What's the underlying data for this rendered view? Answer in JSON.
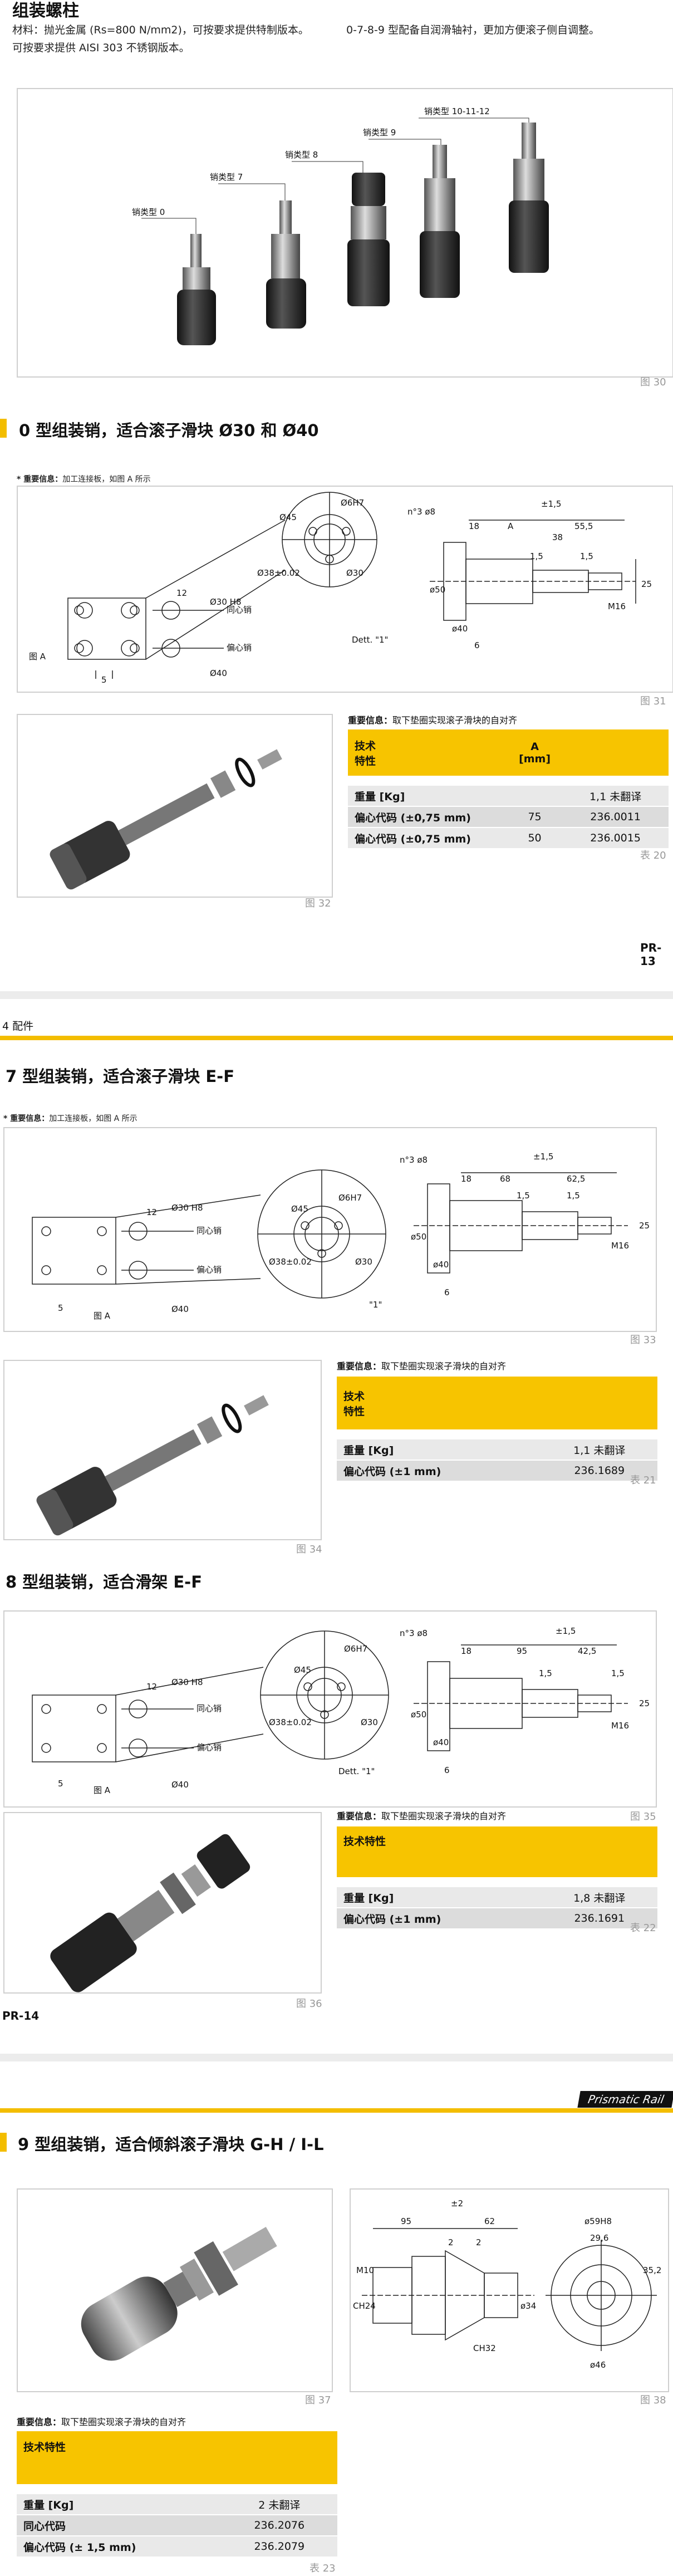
{
  "section1": {
    "title": "组装螺柱",
    "desc_line1": "材料：抛光金属 (Rs=800 N/mm2)，可按要求提供特制版本。",
    "desc_line1b": "0-7-8-9 型配备自润滑轴衬，更加方便滚子侧自调整。",
    "desc_line2": "可按要求提供 AISI 303 不锈钢版本。",
    "pin_labels": [
      "销类型 0",
      "销类型 7",
      "销类型 8",
      "销类型 9",
      "销类型 10-11-12"
    ],
    "fig": "图 30"
  },
  "section2": {
    "title": "0 型组装销，适合滚子滑块 Ø30 和 Ø40",
    "note_bold": "* 重要信息：",
    "note": "加工连接板，如图 A 所示",
    "fig_drawing": "图 31",
    "fig_photo": "图 32",
    "drawing_labels": {
      "fig_a": "图 A",
      "dett": "Dett. \"1\"",
      "d45": "Ø45",
      "d6h7": "Ø6H7",
      "d38": "Ø38±0.02",
      "d30": "Ø30",
      "n3": "n°3 ø8",
      "m16": "M16",
      "d30h8": "Ø30 H8",
      "d40": "Ø40",
      "d12": "12",
      "d5": "5",
      "d18": "18",
      "dA": "A",
      "d38b": "38",
      "d55": "55,5",
      "d15a": "1,5",
      "d15b": "1,5",
      "d15c": "±1,5",
      "d6": "6",
      "d25": "25",
      "d50": "ø50",
      "d40b": "ø40",
      "tongxin": "同心销",
      "pianxin": "偏心销"
    },
    "table_note_bold": "重要信息：",
    "table_note": "取下垫圈实现滚子滑块的自对齐",
    "table": {
      "h1": "技术",
      "h2": "特性",
      "hA1": "A",
      "hA2": "[mm]",
      "rows": [
        {
          "label": "重量 [Kg]",
          "a": "",
          "code": "1,1 未翻译"
        },
        {
          "label": "偏心代码 (±0,75 mm)",
          "a": "75",
          "code": "236.0011"
        },
        {
          "label": "偏心代码 (±0,75 mm)",
          "a": "50",
          "code": "236.0015"
        }
      ]
    },
    "table_cap": "表 20",
    "page": "PR-13"
  },
  "header2": {
    "label": "4 配件"
  },
  "section3": {
    "title": "7 型组装销，适合滚子滑块 E-F",
    "note_bold": "* 重要信息：",
    "note": "加工连接板，如图 A 所示",
    "fig_drawing": "图 33",
    "fig_photo": "图 34",
    "drawing_labels": {
      "fig_a": "图 A",
      "dett": "\"1\"",
      "d45": "Ø45",
      "d6h7": "Ø6H7",
      "d38": "Ø38±0.02",
      "d30": "Ø30",
      "n3": "n°3 ø8",
      "m16": "M16",
      "d30h8": "Ø30 H8",
      "d40": "Ø40",
      "d12": "12",
      "d5": "5",
      "d18": "18",
      "d68": "68",
      "d625": "62,5",
      "d15a": "1,5",
      "d15b": "1,5",
      "d15c": "±1,5",
      "d6": "6",
      "d25": "25",
      "d50": "ø50",
      "d40b": "ø40",
      "tongxin": "同心销",
      "pianxin": "偏心销"
    },
    "table_note_bold": "重要信息：",
    "table_note": "取下垫圈实现滚子滑块的自对齐",
    "table": {
      "h1": "技术",
      "h2": "特性",
      "rows": [
        {
          "label": "重量 [Kg]",
          "code": "1,1 未翻译"
        },
        {
          "label": "偏心代码 (±1 mm)",
          "code": "236.1689"
        }
      ]
    },
    "table_cap": "表 21"
  },
  "section4": {
    "title": "8 型组装销，适合滑架 E-F",
    "fig_drawing": "图 35",
    "fig_photo": "图 36",
    "drawing_labels": {
      "fig_a": "图 A",
      "dett": "Dett. \"1\"",
      "d45": "Ø45",
      "d6h7": "Ø6H7",
      "d38": "Ø38±0.02",
      "d30": "Ø30",
      "n3": "n°3 ø8",
      "m16": "M16",
      "d30h8": "Ø30 H8",
      "d40": "Ø40",
      "d12": "12",
      "d5": "5",
      "d18": "18",
      "d95": "95",
      "d425": "42,5",
      "d15a": "1,5",
      "d15b": "1,5",
      "d15c": "±1,5",
      "d6": "6",
      "d25": "25",
      "d50": "ø50",
      "d40b": "ø40",
      "tongxin": "同心销",
      "pianxin": "偏心销"
    },
    "table_note_bold": "重要信息：",
    "table_note": "取下垫圈实现滚子滑块的自对齐",
    "table": {
      "h1": "技术特性",
      "rows": [
        {
          "label": "重量 [Kg]",
          "code": "1,8 未翻译"
        },
        {
          "label": "偏心代码 (±1 mm)",
          "code": "236.1691"
        }
      ]
    },
    "table_cap": "表 22",
    "page": "PR-14"
  },
  "header3": {
    "brand": "Prismatic Rail"
  },
  "section5": {
    "title": "9 型组装销，适合倾斜滚子滑块 G-H / I-L",
    "fig_photo": "图 37",
    "fig_drawing": "图 38",
    "drawing_labels": {
      "d95": "95",
      "d62": "62",
      "d2a": "±2",
      "d2b": "2",
      "d2c": "2",
      "m10": "M10",
      "ch24": "CH24",
      "ch32": "CH32",
      "d34": "ø34",
      "d59": "ø59H8",
      "d296": "29,6",
      "d46": "ø46",
      "d352": "35,2"
    },
    "table_note_bold": "重要信息：",
    "table_note": "取下垫圈实现滚子滑块的自对齐",
    "table": {
      "h1": "技术特性",
      "rows": [
        {
          "label": "重量 [Kg]",
          "code": "2 未翻译"
        },
        {
          "label": "同心代码",
          "code": "236.2076"
        },
        {
          "label": "偏心代码 (± 1,5 mm)",
          "code": "236.2079"
        }
      ]
    },
    "table_cap": "表 23"
  }
}
